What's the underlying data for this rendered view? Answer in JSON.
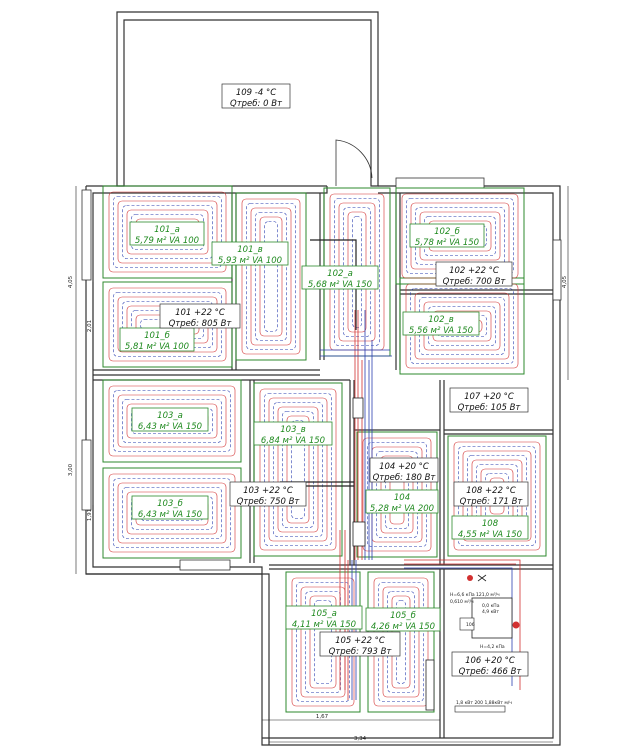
{
  "colors": {
    "zone_outline": "#2c8a2c",
    "supply_pipe": "#d23030",
    "return_pipe": "#2b3fb0",
    "wall": "#333333",
    "label_text": "#1f8a1f"
  },
  "rooms": {
    "r109": {
      "name": "109  -4 °C",
      "q": "Qтреб: 0 Вт"
    },
    "r101": {
      "name": "101  +22 °C",
      "q": "Qтреб: 805 Вт"
    },
    "r102": {
      "name": "102  +22 °C",
      "q": "Qтреб: 700 Вт"
    },
    "r107": {
      "name": "107  +20 °C",
      "q": "Qтреб: 105 Вт"
    },
    "r104": {
      "name": "104  +20 °C",
      "q": "Qтреб: 180 Вт"
    },
    "r103": {
      "name": "103  +22 °C",
      "q": "Qтреб: 750 Вт"
    },
    "r108": {
      "name": "108  +22 °C",
      "q": "Qтреб: 171 Вт"
    },
    "r105": {
      "name": "105  +22 °C",
      "q": "Qтреб: 793 Вт"
    },
    "r106": {
      "name": "106  +20 °C",
      "q": "Qтреб: 466 Вт"
    }
  },
  "zones": {
    "z101a": {
      "name": "101_а",
      "spec": "5,79 м²  VA 100"
    },
    "z101v": {
      "name": "101_в",
      "spec": "5,93 м²  VA 100"
    },
    "z101b": {
      "name": "101_б",
      "spec": "5,81 м²  VA 100"
    },
    "z102a": {
      "name": "102_а",
      "spec": "5,68 м²  VA 150"
    },
    "z102b": {
      "name": "102_б",
      "spec": "5,78 м²  VA 150"
    },
    "z102v": {
      "name": "102_в",
      "spec": "5,56 м²  VA 150"
    },
    "z103a": {
      "name": "103_а",
      "spec": "6,43 м²  VA 150"
    },
    "z103v": {
      "name": "103_в",
      "spec": "6,84 м²  VA 150"
    },
    "z103b": {
      "name": "103_б",
      "spec": "6,43 м²  VA 150"
    },
    "z104": {
      "name": "104",
      "spec": "5,28 м²  VA 200"
    },
    "z108": {
      "name": "108",
      "spec": "4,55 м²  VA 150"
    },
    "z105a": {
      "name": "105_а",
      "spec": "4,11 м²  VA 150"
    },
    "z105b": {
      "name": "105_б",
      "spec": "4,26 м²  VA 150"
    }
  },
  "dimensions": {
    "d1": "4,05",
    "d2": "2,01",
    "d3": "3,00",
    "d4": "1,91",
    "d5": "4,05",
    "d6": "1,67",
    "d7": "3,34"
  },
  "equipment": {
    "boiler_head": "H=6,6 кПа",
    "boiler_flow": "0,610 м³/ч",
    "pump_line1": "0,0 кПа",
    "pump_line2": "4,9 кВт",
    "pump_flow": "121,0 м³/ч",
    "dp_lower": "H=4,2 кПа",
    "pipe_note": "1,8 кВт  200  1,88кВт м/ч",
    "label_106": "106"
  }
}
